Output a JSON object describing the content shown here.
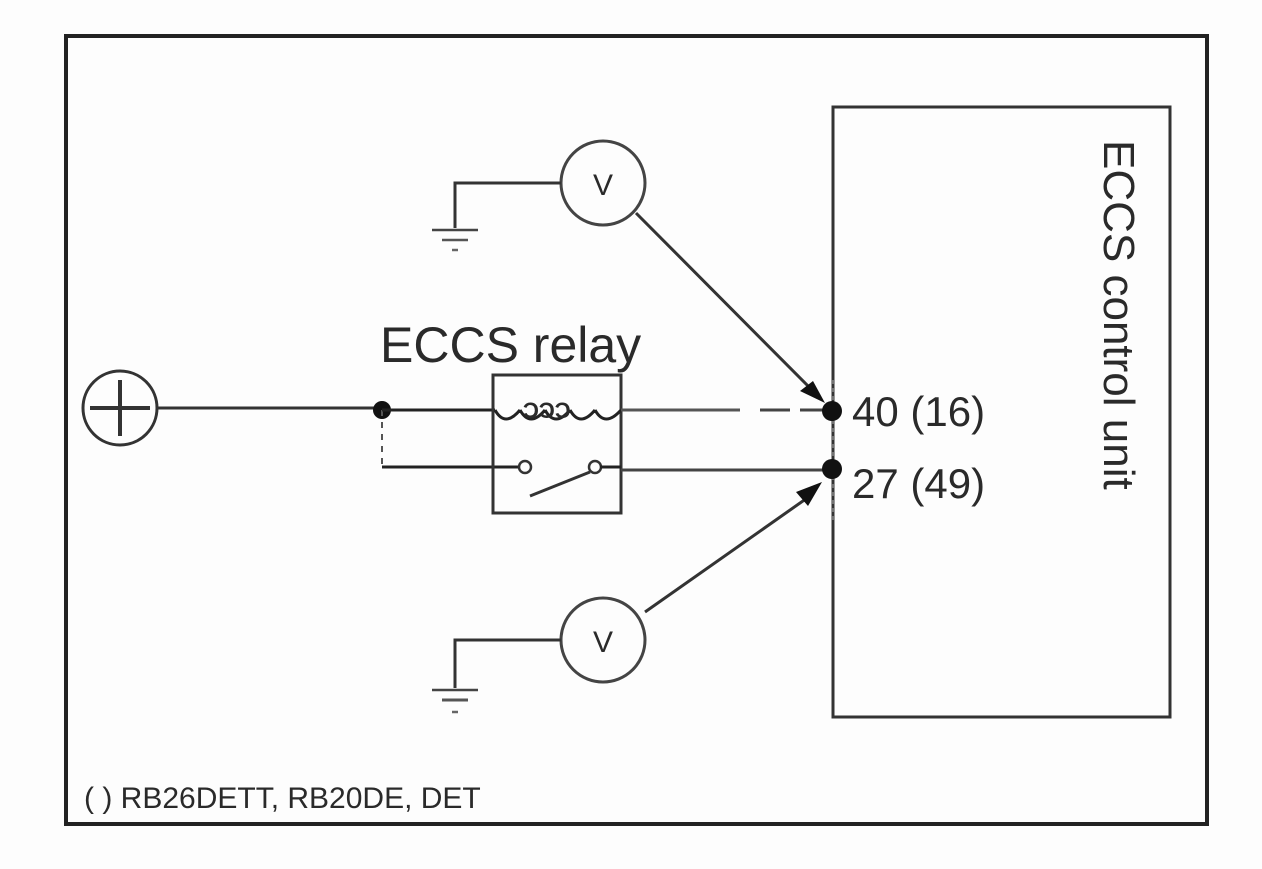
{
  "diagram": {
    "relay_label": "ECCS relay",
    "control_unit_label": "ECCS control unit",
    "terminals": [
      {
        "label": "40 (16)"
      },
      {
        "label": "27 (49)"
      }
    ],
    "voltmeter_symbol": "V",
    "footnote": "( ) RB26DETT, RB20DE, DET",
    "colors": {
      "line": "#1a1a1a",
      "background": "#fdfdfd"
    }
  }
}
